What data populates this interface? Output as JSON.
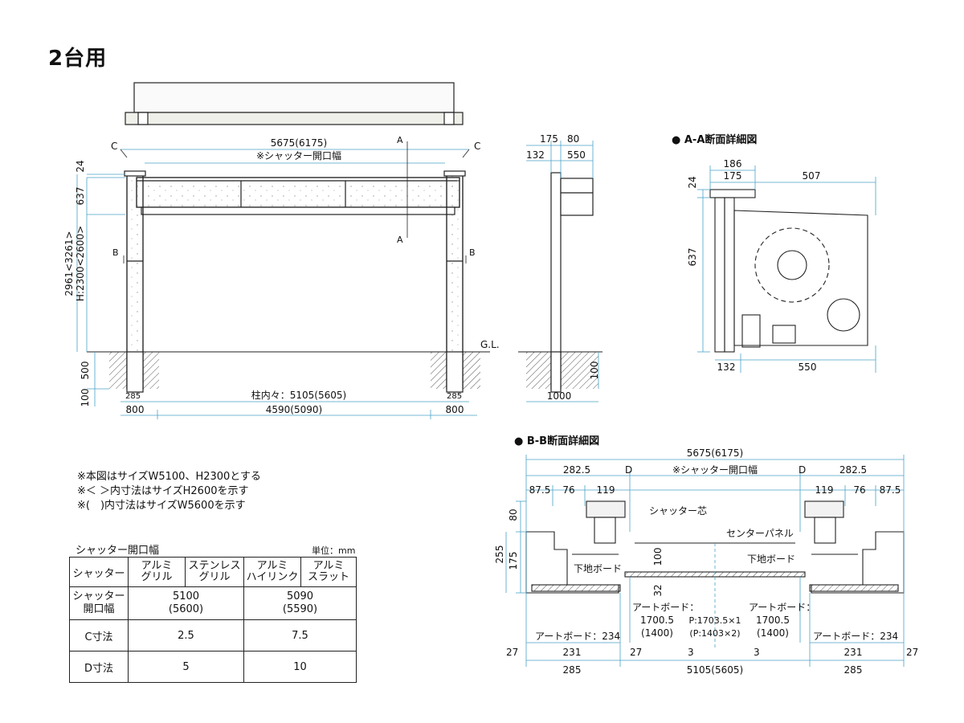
{
  "title": "2台用",
  "notes": [
    "※本図はサイズW5100、H2300とする",
    "※＜ ＞内寸法はサイズH2600を示す",
    "※(　)内寸法はサイズW5600を示す"
  ],
  "section_aa": "● A-A断面詳細図",
  "section_bb": "● B-B断面詳細図",
  "table": {
    "caption": "シャッター開口幅",
    "unit": "単位：mm",
    "corner": "シャッター",
    "col_grill_alu": "アルミ\nグリル",
    "col_grill_stainless": "ステンレス\nグリル",
    "col_hilink": "アルミ\nハイリンク",
    "col_slat": "アルミ\nスラット",
    "row_open": "シャッター\n開口幅",
    "open_grill": "5100\n(5600)",
    "open_other": "5090\n(5590)",
    "row_c": "C寸法",
    "c_grill": "2.5",
    "c_other": "7.5",
    "row_d": "D寸法",
    "d_grill": "5",
    "d_other": "10"
  },
  "front": {
    "total": "5675(6175)",
    "opening": "※シャッター開口幅",
    "c": "C",
    "a": "A",
    "b": "B",
    "h24": "24",
    "h637": "637",
    "height": "2961<3261>",
    "hgt": "H:2300<2600>",
    "h500": "500",
    "h100": "100",
    "gl": "G.L.",
    "f285": "285",
    "inner": "柱内々：5105(5605)",
    "w800": "800",
    "w4590": "4590(5090)"
  },
  "side": {
    "d175": "175",
    "d80": "80",
    "d132": "132",
    "d550": "550",
    "d100": "100",
    "d1000": "1000"
  },
  "aa": {
    "d186": "186",
    "d175": "175",
    "d507": "507",
    "d24": "24",
    "d637": "637",
    "d132": "132",
    "d550": "550"
  },
  "bb": {
    "total": "5675(6175)",
    "d282": "282.5",
    "d": "D",
    "opening": "※シャッター開口幅",
    "d875": "87.5",
    "d76": "76",
    "d119": "119",
    "d80": "80",
    "d255": "255",
    "d175": "175",
    "d100": "100",
    "d32": "32",
    "shutter_core": "シャッター芯",
    "center_panel": "センターパネル",
    "base_board": "下地ボード",
    "art_board_234": "アートボード：234",
    "art_board": "アートボード：",
    "art_1700": "1700.5",
    "art_1400": "(1400)",
    "pitch1": "P:1703.5×1",
    "pitch2": "(P:1403×2)",
    "d3": "3",
    "d27": "27",
    "d231": "231",
    "d285": "285",
    "inner": "5105(5605)"
  },
  "colors": {
    "line": "#222222",
    "dim": "#4aa3c8",
    "post": "#f1f1ec",
    "beam": "#e8e8e2"
  }
}
